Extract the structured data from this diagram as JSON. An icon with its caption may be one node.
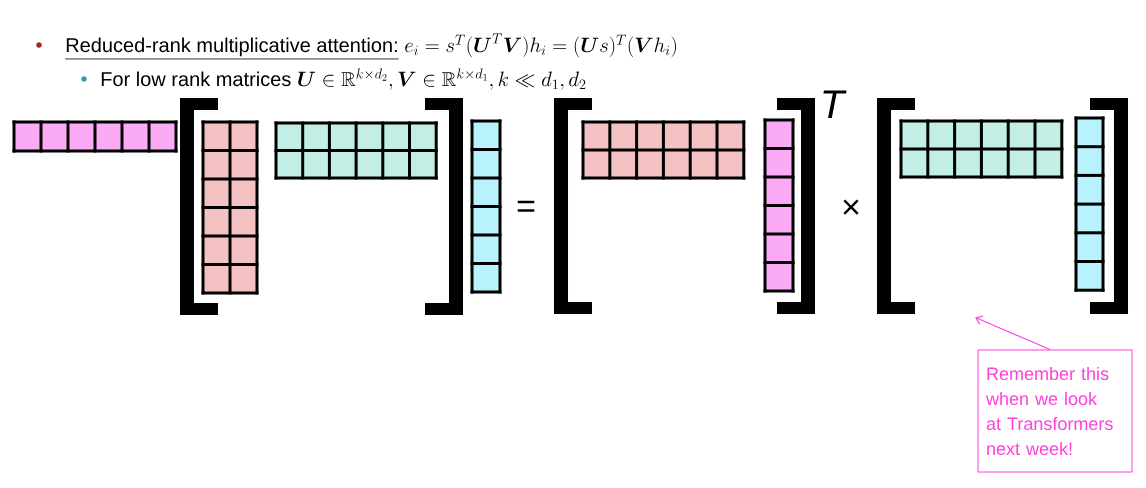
{
  "diagram": {
    "nodes": [
      {
        "text": [
          "Remember this when we look at Transformers next week!"
        ]
      },
      {
        "text": [],
        "shape": "matrix"
      }
    ],
    "edges": [
      {
        "from": 0,
        "to": 1,
        "arrow": "to"
      }
    ],
    "labels": [
      "Reduced-rank multiplicative attention:",
      "e_i = s^T(\\boldsymbol{U}^T\\boldsymbol{V})h_i = (\\boldsymbol{U}s)^T(\\boldsymbol{V}h_i)",
      "For low rank matrices",
      "\\boldsymbol{U} \\in \\mathbb{R}^{k\\times d_2}, \\boldsymbol{V} \\in \\mathbb{R}^{k\\times d_1}, k \\ll d_1, d_2",
      "T",
      "=",
      "×"
    ]
  }
}
